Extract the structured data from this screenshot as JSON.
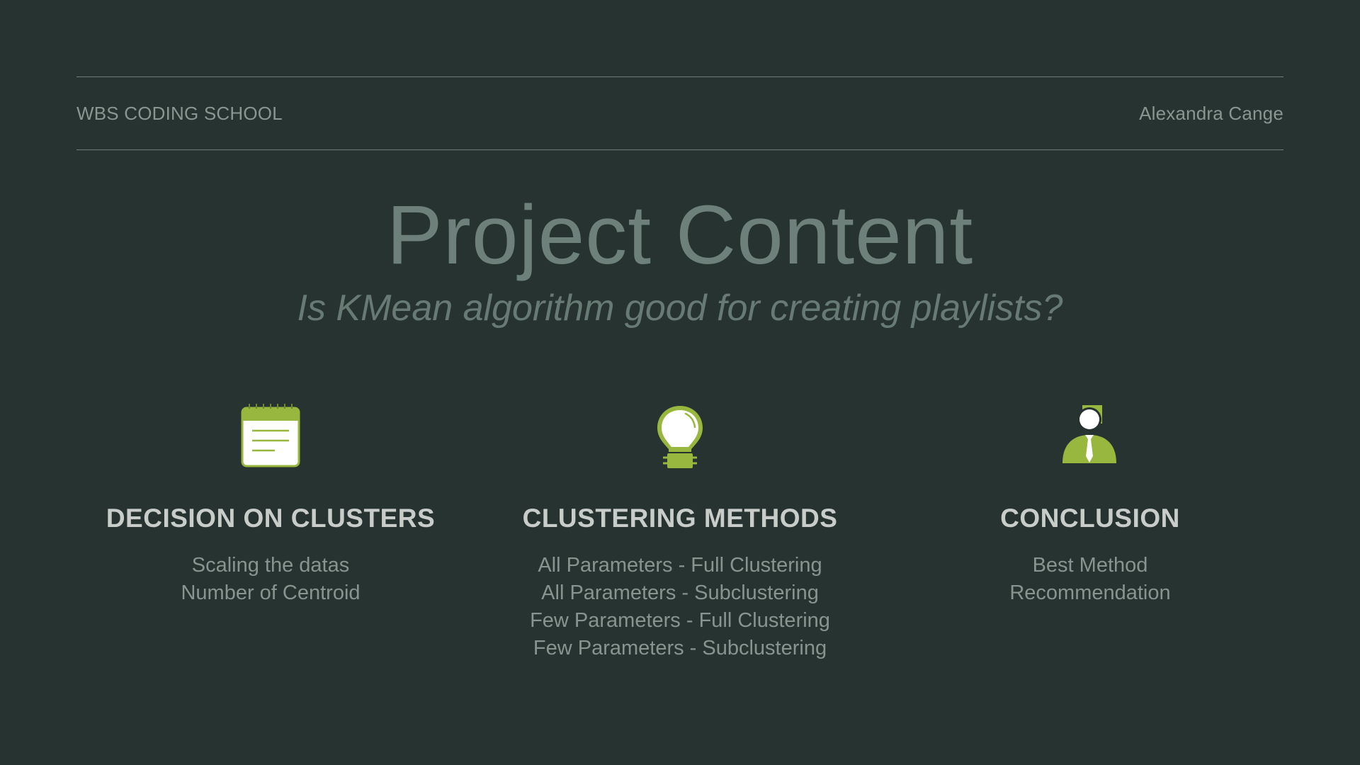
{
  "header": {
    "left_label": "WBS CODING SCHOOL",
    "right_label": "Alexandra Cange"
  },
  "title": "Project Content",
  "subtitle": "Is KMean algorithm good for creating playlists?",
  "colors": {
    "background": "#273331",
    "accent_green": "#97b73f",
    "heading_text": "#c9cdca",
    "body_text": "#87958f"
  },
  "columns": [
    {
      "icon": "notepad-icon",
      "heading": "DECISION ON CLUSTERS",
      "items": [
        "Scaling the datas",
        "Number of Centroid"
      ]
    },
    {
      "icon": "lightbulb-icon",
      "heading": "CLUSTERING METHODS",
      "items": [
        "All Parameters - Full Clustering",
        "All Parameters - Subclustering",
        "Few Parameters - Full Clustering",
        "Few Parameters - Subclustering"
      ]
    },
    {
      "icon": "businessman-icon",
      "heading": "CONCLUSION",
      "items": [
        "Best Method",
        "Recommendation"
      ]
    }
  ]
}
